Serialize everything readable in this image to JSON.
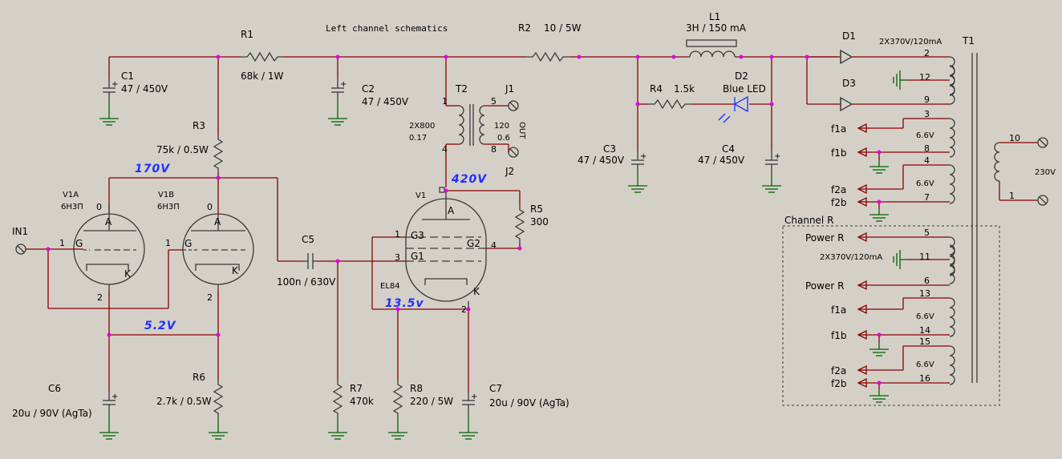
{
  "title": "Left channel schematics",
  "colors": {
    "background": "#d4d0c8",
    "wire": "#8b0000",
    "component": "#3a3a3a",
    "ground": "#006400",
    "node": "#e000e0",
    "voltage": "#1f2fff",
    "led": "#1f2fff"
  },
  "voltages": {
    "v170": "170V",
    "v420": "420V",
    "v5_2": "5.2V",
    "v13_5": "13.5v"
  },
  "components": {
    "in1": "IN1",
    "r1": {
      "ref": "R1",
      "value": "68k / 1W"
    },
    "r2": {
      "ref": "R2",
      "value": "10 / 5W"
    },
    "r3": {
      "ref": "R3",
      "value": "75k / 0.5W"
    },
    "r4": {
      "ref": "R4",
      "value": "1.5k"
    },
    "r5": {
      "ref": "R5",
      "value": "300"
    },
    "r6": {
      "ref": "R6",
      "value": "2.7k / 0.5W"
    },
    "r7": {
      "ref": "R7",
      "value": "470k"
    },
    "r8": {
      "ref": "R8",
      "value": "220 / 5W"
    },
    "c1": {
      "ref": "C1",
      "value": "47 / 450V"
    },
    "c2": {
      "ref": "C2",
      "value": "47 / 450V"
    },
    "c3": {
      "ref": "C3",
      "value": "47 / 450V"
    },
    "c4": {
      "ref": "C4",
      "value": "47 / 450V"
    },
    "c5": {
      "ref": "C5",
      "value": "100n / 630V"
    },
    "c6": {
      "ref": "C6",
      "value": "20u / 90V (AgTa)"
    },
    "c7": {
      "ref": "C7",
      "value": "20u / 90V (AgTa)"
    },
    "l1": {
      "ref": "L1",
      "value": "3H / 150 mA"
    },
    "d1": "D1",
    "d3": "D3",
    "d2": {
      "ref": "D2",
      "value": "Blue LED"
    },
    "t1": "T1",
    "t2": {
      "ref": "T2",
      "primary": "2X800",
      "primary2": "0.17",
      "secondary": "120",
      "secondary2": "0.6",
      "out": "OUT"
    },
    "j1": "J1",
    "j2": "J2",
    "v1a": {
      "ref": "V1A",
      "type": "6H3П"
    },
    "v1b": {
      "ref": "V1B",
      "type": "6H3П"
    },
    "v1": {
      "ref": "V1",
      "type": "EL84"
    }
  },
  "pins": {
    "p0": "0",
    "p1": "1",
    "p2": "2",
    "p3": "3",
    "p4": "4",
    "p5": "5",
    "p6": "6",
    "p7": "7",
    "p8": "8",
    "p9": "9",
    "p10": "10",
    "p11": "11",
    "p12": "12",
    "p13": "13",
    "p14": "14",
    "p15": "15",
    "p16": "16",
    "a": "A",
    "k": "K",
    "g": "G",
    "g1": "G1",
    "g2": "G2",
    "g3": "G3"
  },
  "transformer": {
    "hv_label": "2X370V/120mA",
    "f6": "6.6V",
    "mains": "230V",
    "f1a": "f1a",
    "f1b": "f1b",
    "f2a": "f2a",
    "f2b": "f2b",
    "power_r": "Power R",
    "channel_r": "Channel R"
  }
}
